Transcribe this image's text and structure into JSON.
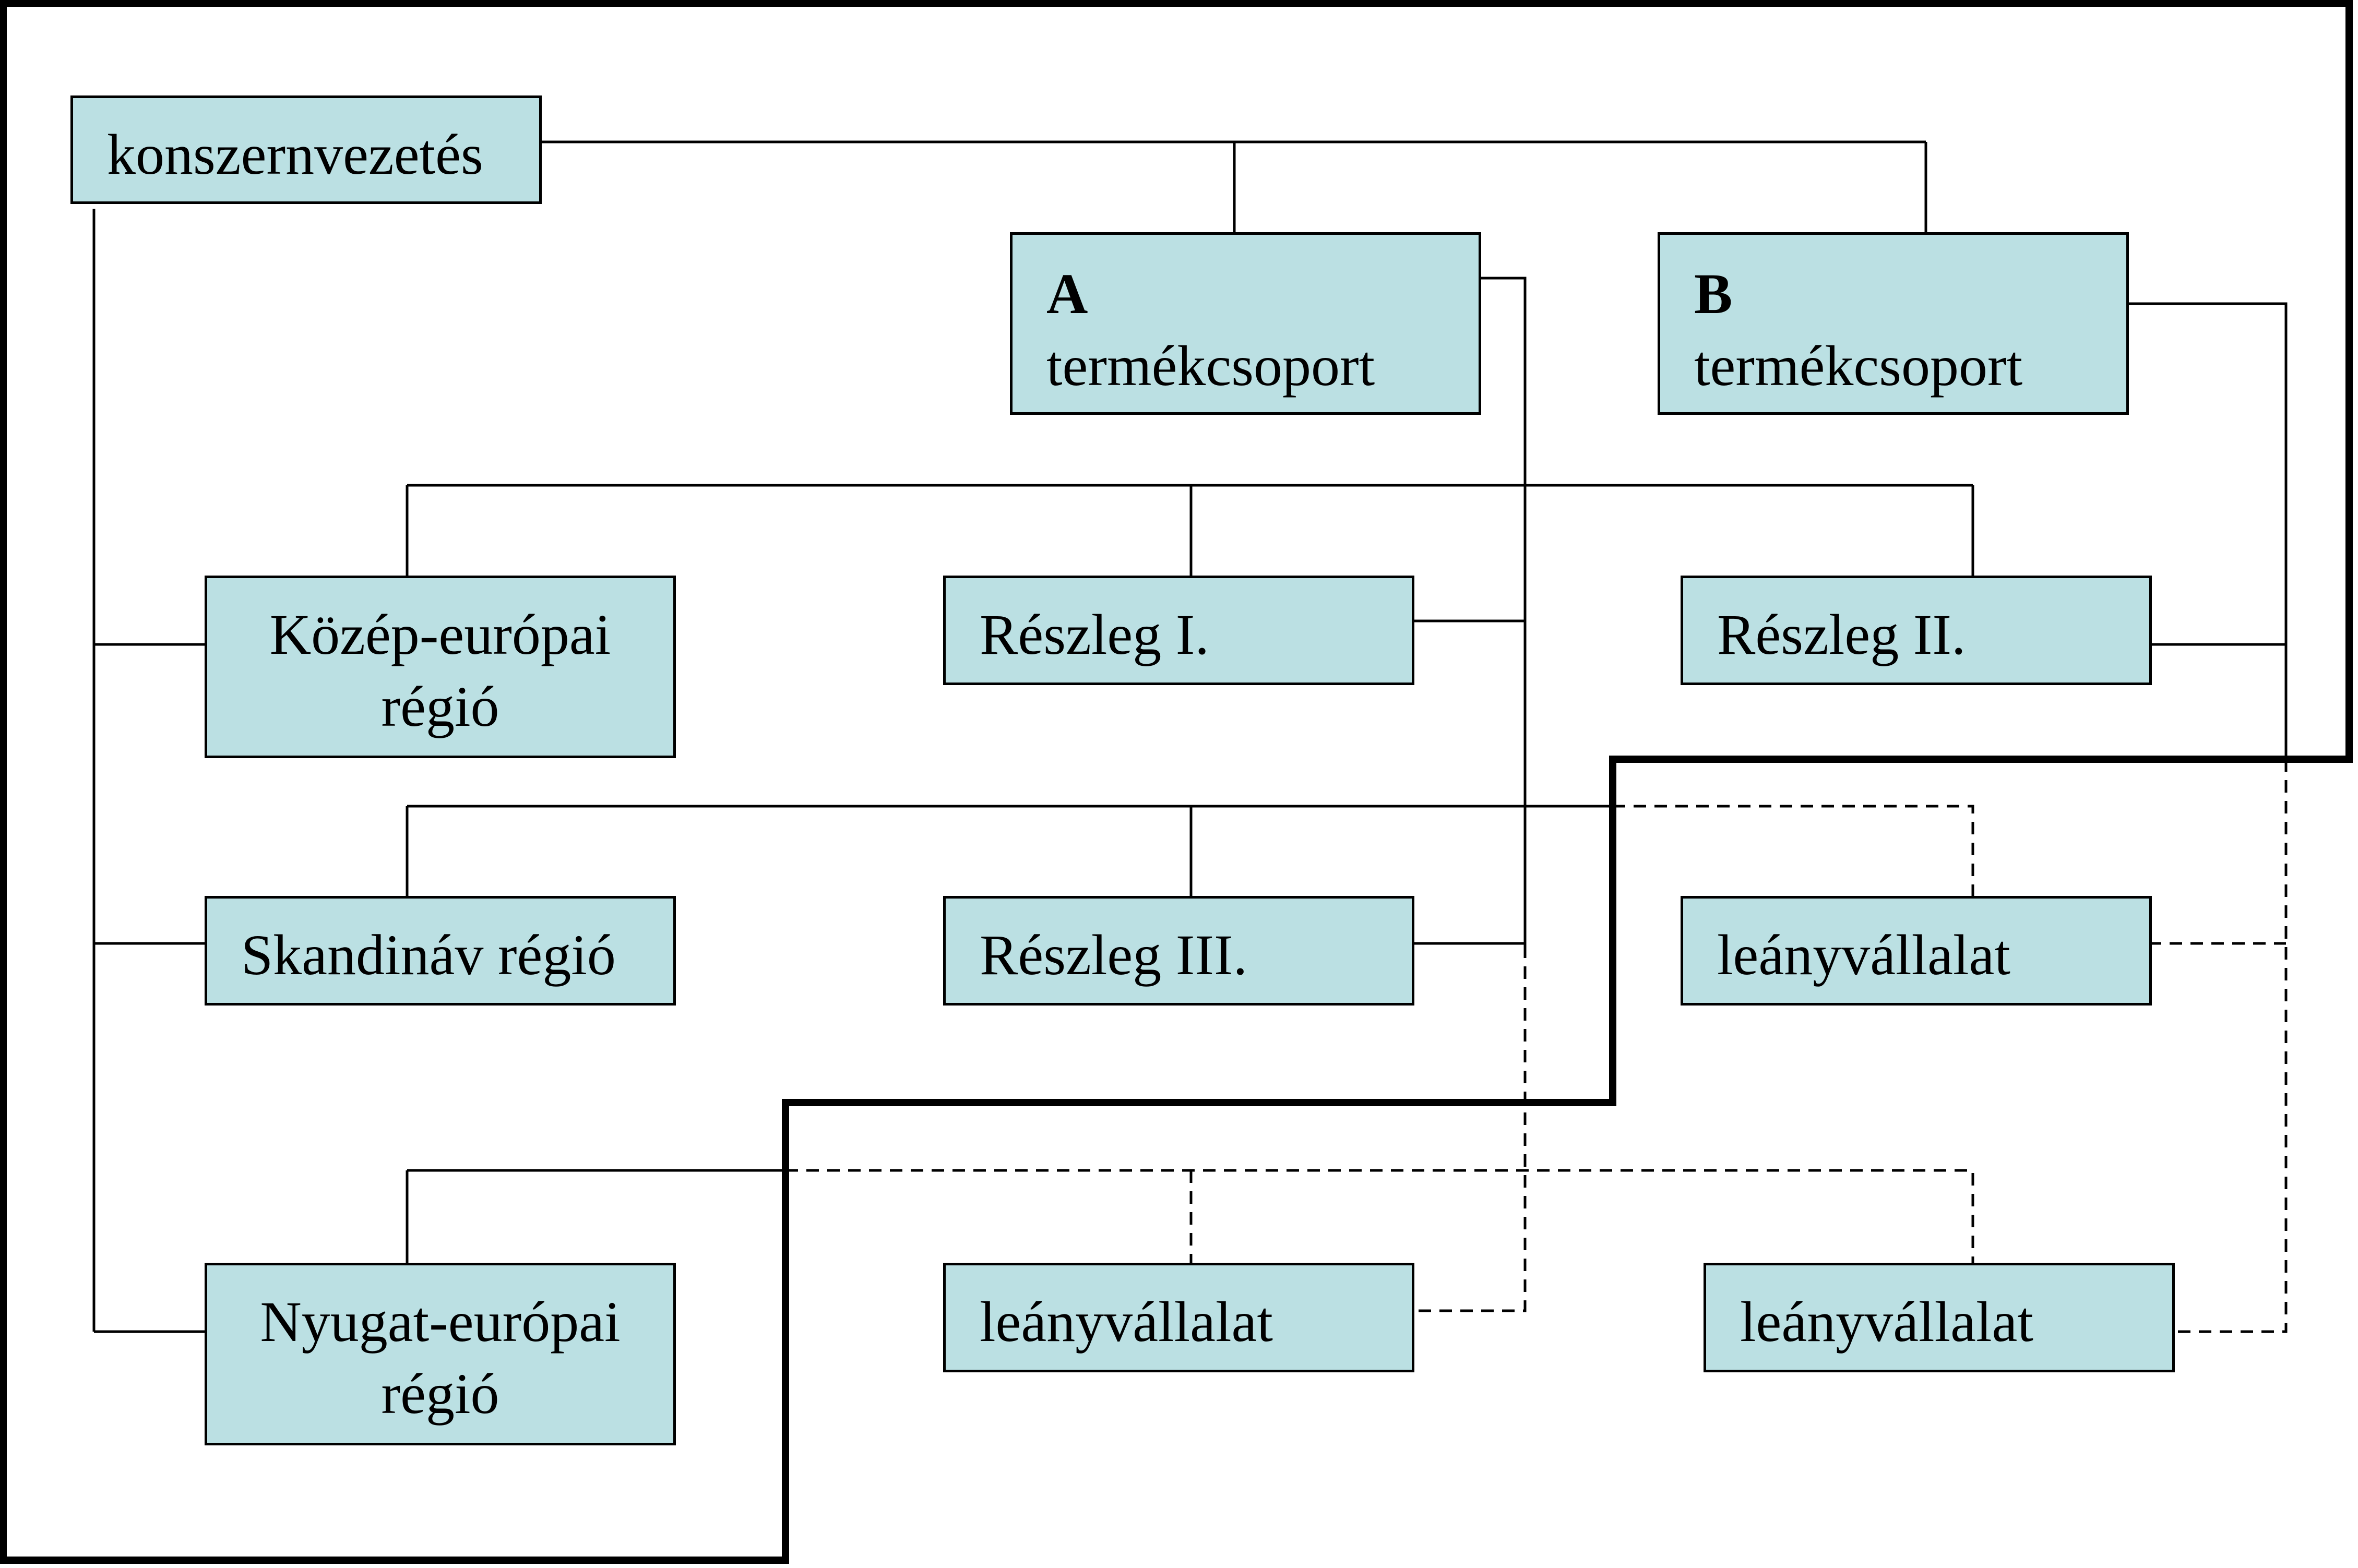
{
  "nodes": {
    "top": {
      "label": "konszernvezetés"
    },
    "group_a": {
      "letter": "A",
      "label": "termékcsoport"
    },
    "group_b": {
      "letter": "B",
      "label": "termékcsoport"
    },
    "region_ce": {
      "line1": "Közép-európai",
      "line2": "régió"
    },
    "div_1": {
      "label": "Részleg I."
    },
    "div_2": {
      "label": "Részleg II."
    },
    "region_sc": {
      "label": "Skandináv régió"
    },
    "div_3": {
      "label": "Részleg III."
    },
    "sub_1": {
      "label": "leányvállalat"
    },
    "region_we": {
      "line1": "Nyugat-európai",
      "line2": "régió"
    },
    "sub_2": {
      "label": "leányvállalat"
    },
    "sub_3": {
      "label": "leányvállalat"
    }
  },
  "colors": {
    "box_fill": "#bbe0e3",
    "line": "#000000"
  }
}
